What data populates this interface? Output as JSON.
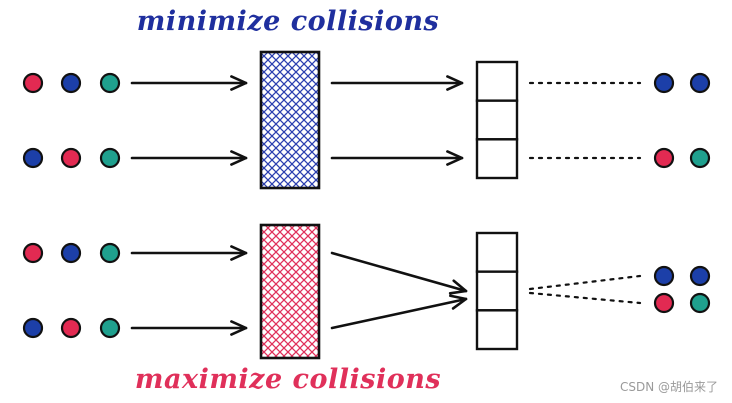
{
  "titles": {
    "top": "minimize collisions",
    "bottom": "maximize collisions"
  },
  "watermark": "CSDN @胡伯来了",
  "colors": {
    "red": "#e22a52",
    "blue": "#1c3fa8",
    "teal": "#1fa08e",
    "hash_blue": "#2b3fb0",
    "hash_red": "#e0305a",
    "ink": "#111111"
  },
  "sections": [
    {
      "id": "minimize",
      "inputs": [
        [
          "red",
          "blue",
          "teal"
        ],
        [
          "blue",
          "red",
          "teal"
        ]
      ],
      "hash_color": "blue",
      "buckets": 3,
      "routing": "one-to-one",
      "outputs": [
        [
          "blue",
          "blue"
        ],
        [
          "red",
          "teal"
        ]
      ]
    },
    {
      "id": "maximize",
      "inputs": [
        [
          "red",
          "blue",
          "teal"
        ],
        [
          "blue",
          "red",
          "teal"
        ]
      ],
      "hash_color": "red",
      "buckets": 3,
      "routing": "converge",
      "outputs": [
        [
          "blue",
          "blue"
        ],
        [
          "red",
          "teal"
        ]
      ]
    }
  ]
}
